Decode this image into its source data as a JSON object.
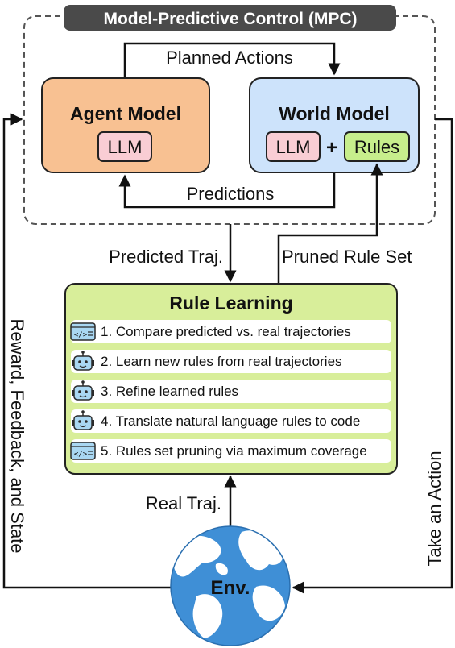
{
  "mpc": {
    "title": "Model-Predictive Control (MPC)"
  },
  "agent_model": {
    "title": "Agent Model",
    "llm": "LLM"
  },
  "world_model": {
    "title": "World Model",
    "llm": "LLM",
    "plus": "+",
    "rules": "Rules"
  },
  "edges": {
    "planned_actions": "Planned Actions",
    "predictions": "Predictions",
    "predicted_traj": "Predicted Traj.",
    "pruned_rule_set": "Pruned Rule Set",
    "real_traj": "Real Traj.",
    "reward_feedback_state": "Reward, Feedback, and State",
    "take_an_action": "Take an Action"
  },
  "rule_learning": {
    "title": "Rule Learning",
    "steps": [
      {
        "text": "1. Compare predicted vs. real trajectories",
        "icon": "code-icon"
      },
      {
        "text": "2. Learn new rules from real trajectories",
        "icon": "robot-icon"
      },
      {
        "text": "3. Refine learned rules",
        "icon": "robot-icon"
      },
      {
        "text": "4. Translate natural language rules to code",
        "icon": "robot-icon"
      },
      {
        "text": "5. Rules set pruning via maximum coverage",
        "icon": "code-icon"
      }
    ]
  },
  "env": {
    "label": "Env."
  },
  "colors": {
    "agent_fill": "#f8c192",
    "world_fill": "#cde3fb",
    "rule_fill": "#d8ee9a",
    "llm_fill": "#f9cdd4",
    "rules_fill": "#c7ee8c",
    "mpc_title_bg": "#4a4a4a",
    "globe_ocean": "#3f8fd6",
    "globe_land": "#ffffff"
  }
}
